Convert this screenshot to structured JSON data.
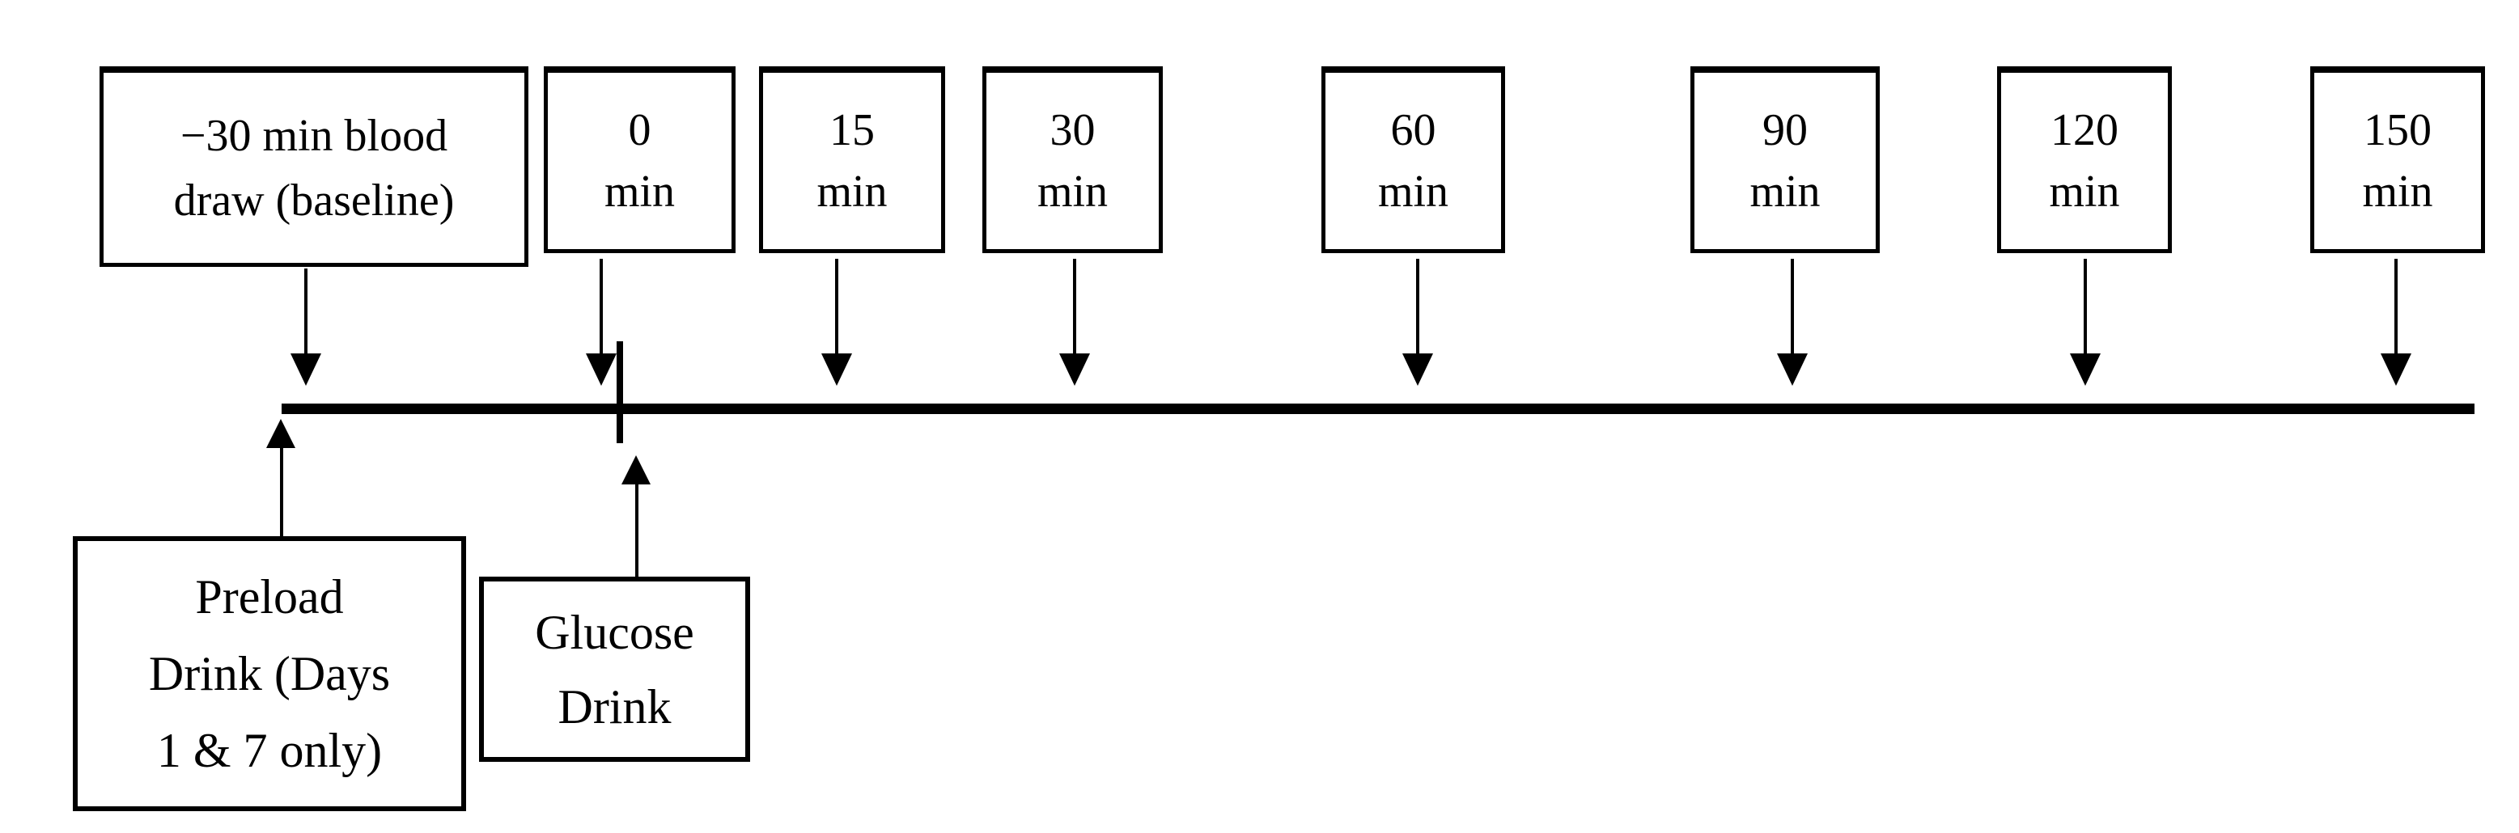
{
  "palette": {
    "ink": "#000000",
    "paper": "#ffffff"
  },
  "timepoints": [
    {
      "value_min": -30,
      "line1": "−30 min blood",
      "line2": "draw (baseline)"
    },
    {
      "value_min": 0,
      "line1": "0",
      "line2": "min"
    },
    {
      "value_min": 15,
      "line1": "15",
      "line2": "min"
    },
    {
      "value_min": 30,
      "line1": "30",
      "line2": "min"
    },
    {
      "value_min": 60,
      "line1": "60",
      "line2": "min"
    },
    {
      "value_min": 90,
      "line1": "90",
      "line2": "min"
    },
    {
      "value_min": 120,
      "line1": "120",
      "line2": "min"
    },
    {
      "value_min": 150,
      "line1": "150",
      "line2": "min"
    }
  ],
  "events": [
    {
      "line1": "Preload",
      "line2": "Drink (Days",
      "line3": "1 & 7 only)"
    },
    {
      "line1": "Glucose",
      "line2": "Drink"
    }
  ]
}
